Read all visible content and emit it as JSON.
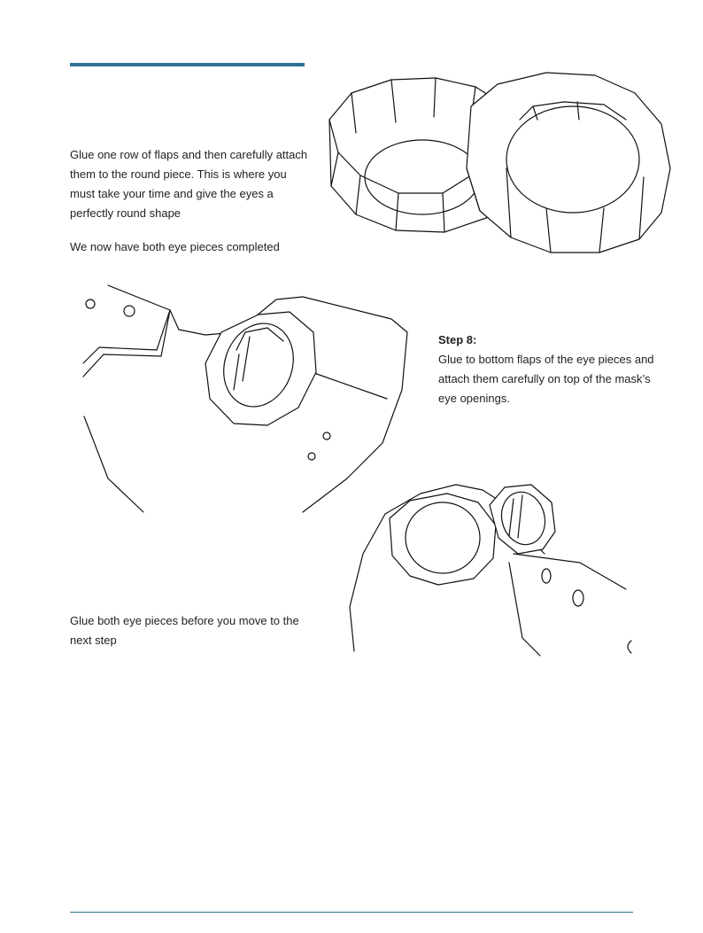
{
  "instructions": {
    "paragraph_1": "Glue one row of flaps and then carefully attach them to the round piece. This is where you must take your time and give the eyes a perfectly round shape",
    "paragraph_2": "We now have both eye pieces completed",
    "step_8": {
      "title": "Step 8:",
      "body": "Glue to bottom flaps of the eye pieces and attach them carefully on top of the mask’s eye openings."
    },
    "paragraph_3": "Glue both eye pieces before you move to the next step"
  },
  "colors": {
    "accent_rule": "#2e7196",
    "line_art": "#111111",
    "text": "#222222"
  }
}
